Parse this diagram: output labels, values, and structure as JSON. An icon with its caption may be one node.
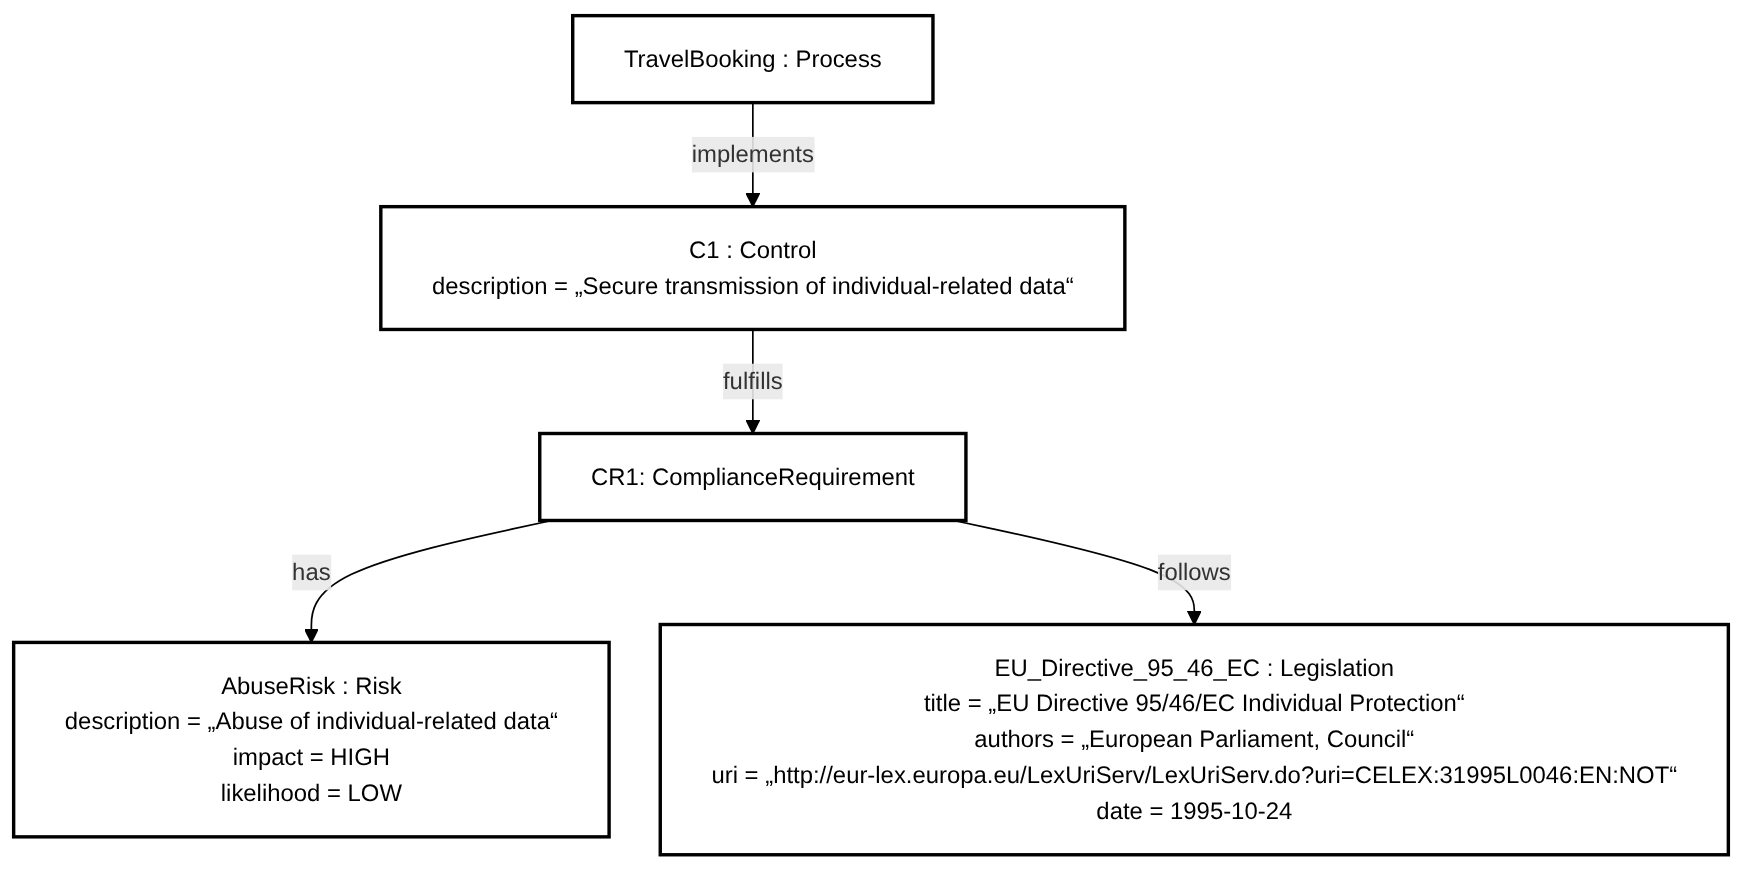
{
  "diagram": {
    "nodes": [
      {
        "text": [
          "TravelBooking : Process"
        ]
      },
      {
        "text": [
          "C1 : Control",
          "description = „Secure transmission of individual-related data“"
        ]
      },
      {
        "text": [
          "CR1: ComplianceRequirement"
        ]
      },
      {
        "text": [
          "AbuseRisk : Risk",
          "description = „Abuse of individual-related data“",
          "impact = HIGH",
          "likelihood = LOW"
        ]
      },
      {
        "text": [
          "EU_Directive_95_46_EC : Legislation",
          "title = „EU Directive 95/46/EC Individual Protection“",
          "authors = „European Parliament, Council“",
          "uri = „http://eur-lex.europa.eu/LexUriServ/LexUriServ.do?uri=CELEX:31995L0046:EN:NOT“",
          "date = 1995-10-24"
        ]
      }
    ],
    "edges": [
      {
        "from": 0,
        "to": 1,
        "arrow": "to",
        "label": "implements"
      },
      {
        "from": 1,
        "to": 2,
        "arrow": "to",
        "label": "fulfills"
      },
      {
        "from": 2,
        "to": 3,
        "arrow": "to",
        "label": "has"
      },
      {
        "from": 2,
        "to": 4,
        "arrow": "to",
        "label": "follows"
      }
    ]
  }
}
